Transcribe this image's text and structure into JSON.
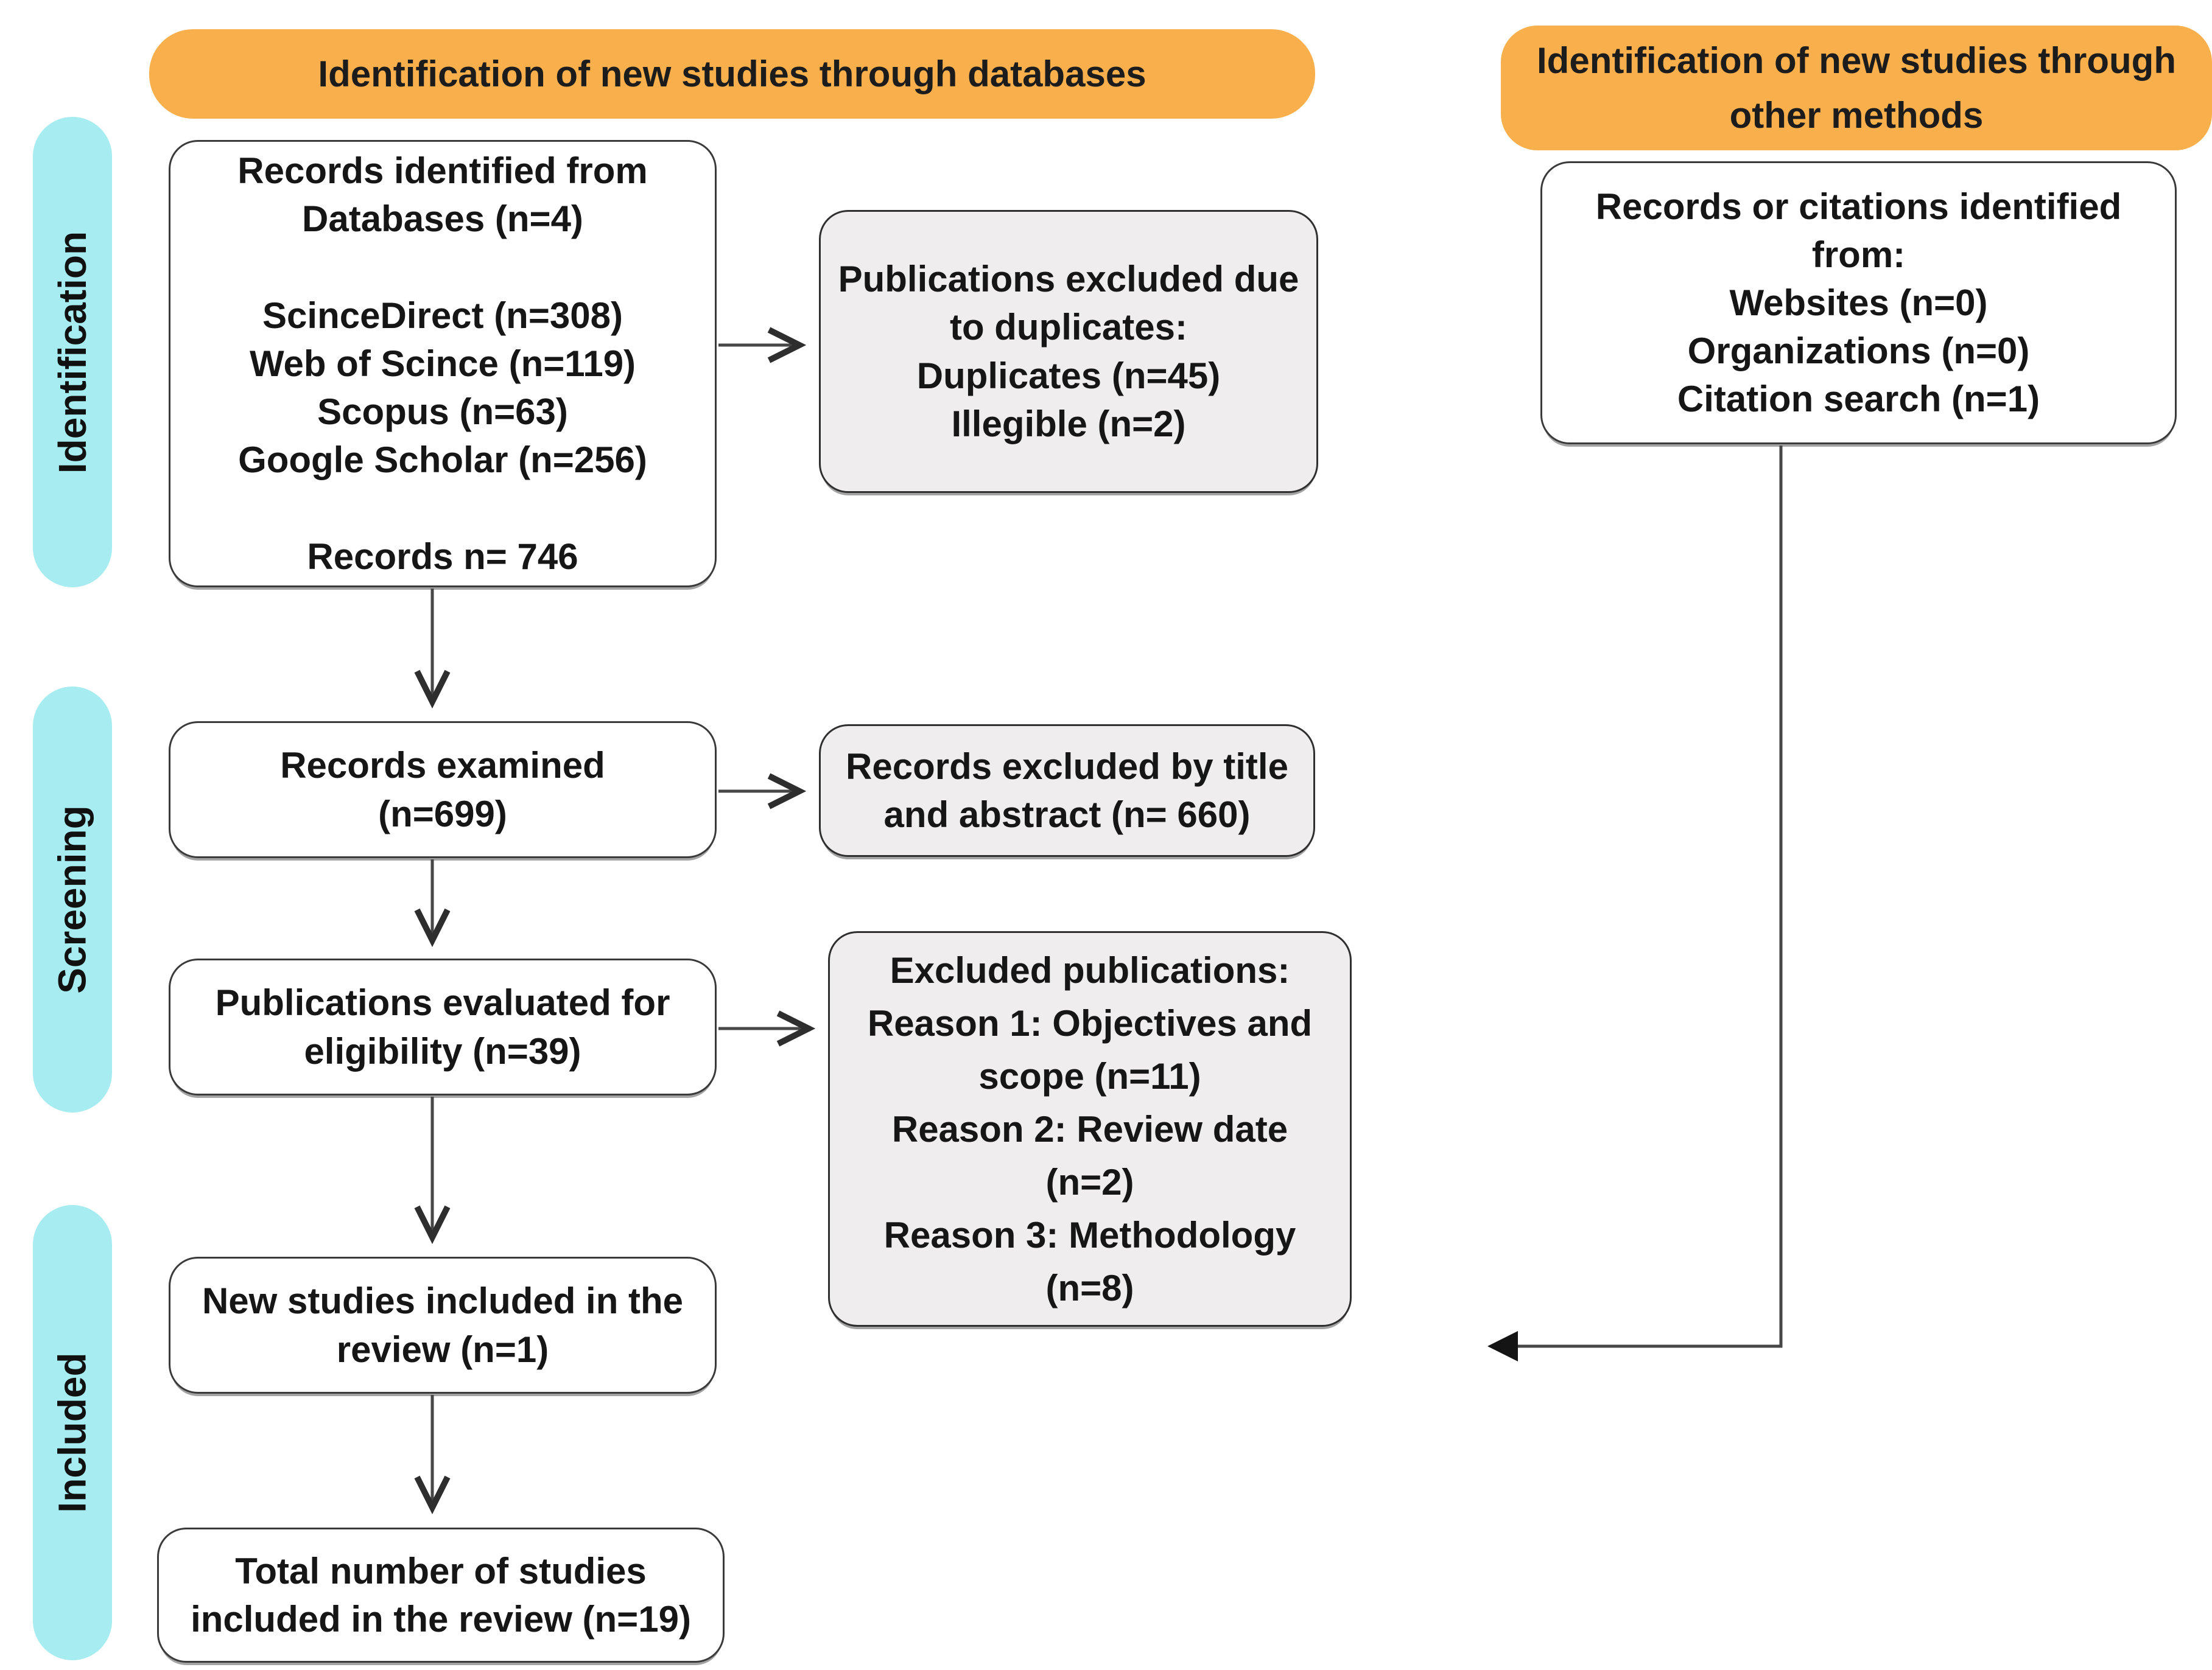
{
  "banners": {
    "left": "Identification of new studies through databases",
    "right": [
      "Identification of new studies through",
      "other methods"
    ]
  },
  "stages": {
    "identification": "Identification",
    "screening": "Screening",
    "included": "Included"
  },
  "boxes": {
    "records_identified": [
      "Records identified from",
      "Databases (n=4)",
      "",
      "ScinceDirect (n=308)",
      "Web of Scince (n=119)",
      "Scopus (n=63)",
      "Google Scholar (n=256)",
      "",
      "Records n= 746"
    ],
    "duplicates_excluded": [
      "Publications excluded due",
      "to duplicates:",
      "Duplicates (n=45)",
      "Illegible (n=2)"
    ],
    "other_methods_records": [
      "Records or citations identified",
      "from:",
      "Websites (n=0)",
      "Organizations (n=0)",
      "Citation search (n=1)"
    ],
    "records_examined": [
      "Records examined",
      "(n=699)"
    ],
    "records_excluded_title_abstract": [
      "Records excluded by title",
      "and abstract (n= 660)"
    ],
    "publications_evaluated": [
      "Publications evaluated for",
      "eligibility (n=39)"
    ],
    "excluded_publications": [
      "Excluded publications:",
      "Reason 1: Objectives and",
      "scope (n=11)",
      "Reason 2: Review date",
      "(n=2)",
      "Reason 3: Methodology",
      "(n=8)"
    ],
    "new_studies_included": [
      "New studies included in the",
      "review (n=1)"
    ],
    "total_studies_included": [
      "Total number of studies",
      "included in the review (n=19)"
    ]
  },
  "colors": {
    "banner_bg": "#F9B04C",
    "stage_pill_bg": "#A6ECF0",
    "excluded_box_bg": "#EFEDEE",
    "box_bg": "#FFFFFF",
    "box_border": "#3A3A3A",
    "arrow": "#474747"
  }
}
